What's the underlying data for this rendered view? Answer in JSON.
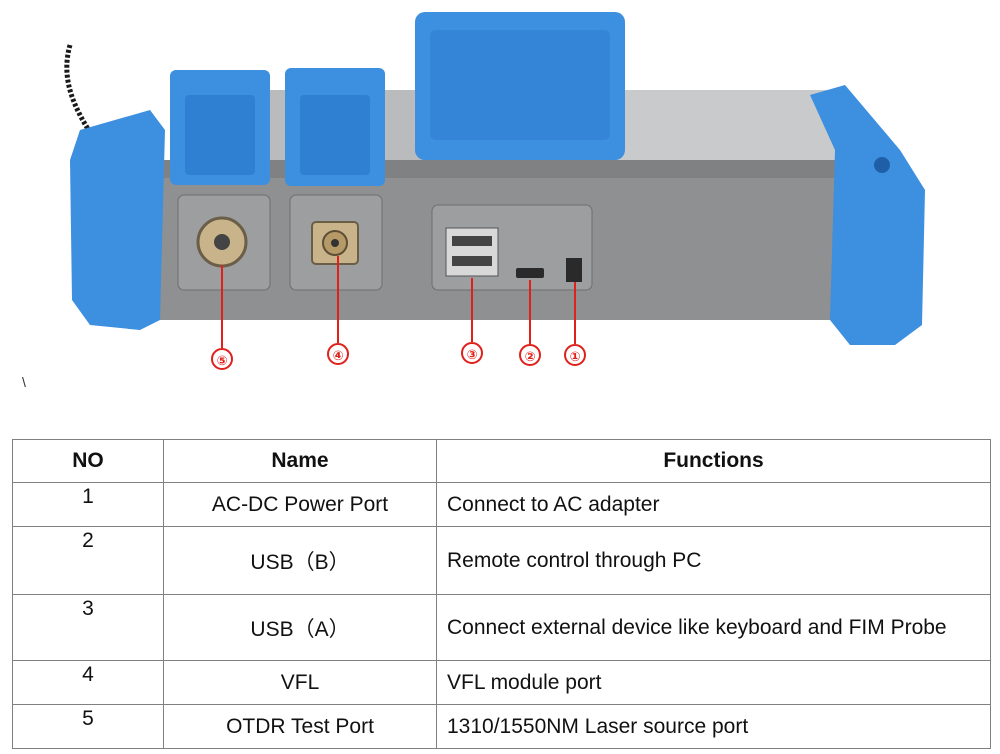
{
  "callouts": {
    "c1": "①",
    "c2": "②",
    "c3": "③",
    "c4": "④",
    "c5": "⑤"
  },
  "stray_mark": "\\",
  "table": {
    "headers": {
      "no": "NO",
      "name": "Name",
      "functions": "Functions"
    },
    "rows": [
      {
        "no": "1",
        "name": "AC-DC Power Port",
        "function": "Connect to AC adapter"
      },
      {
        "no": "2",
        "name": "USB（B）",
        "function": "Remote control through PC"
      },
      {
        "no": "3",
        "name": "USB（A）",
        "function": "Connect external device like keyboard and FIM Probe"
      },
      {
        "no": "4",
        "name": "VFL",
        "function": "VFL module port"
      },
      {
        "no": "5",
        "name": "OTDR Test Port",
        "function": "1310/1550NM Laser source port"
      }
    ]
  },
  "colors": {
    "bumper_blue": "#3d8fe0",
    "body_gray": "#8e9091",
    "callout_red": "#e0201a",
    "table_border": "#808080"
  }
}
